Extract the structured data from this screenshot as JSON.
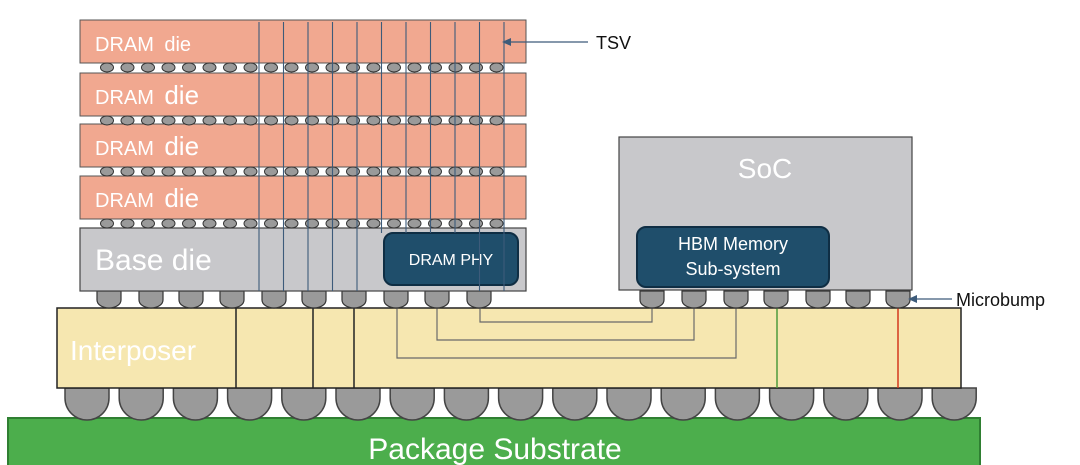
{
  "dram_dies": [
    {
      "label_prefix": "DRAM",
      "label_suffix": "die"
    },
    {
      "label_prefix": "DRAM",
      "label_suffix": "die"
    },
    {
      "label_prefix": "DRAM",
      "label_suffix": "die"
    },
    {
      "label_prefix": "DRAM",
      "label_suffix": "die"
    }
  ],
  "base_die": {
    "label": "Base die",
    "phy_label": "DRAM PHY"
  },
  "soc": {
    "label": "SoC",
    "memory_line1": "HBM Memory",
    "memory_line2": "Sub-system"
  },
  "interposer": {
    "label": "Interposer"
  },
  "substrate": {
    "label": "Package Substrate"
  },
  "callouts": {
    "tsv": "TSV",
    "microbump": "Microbump"
  },
  "colors": {
    "dram": "#f1a890",
    "base_die": "#c8c8cb",
    "soc": "#c8c8cb",
    "phy_box": "#1f4e6b",
    "interposer": "#f6e7b0",
    "substrate": "#4cae4c",
    "bump": "#9a9a9a",
    "tsv_line": "#3d5b7a",
    "green_signal": "#4f9a3c",
    "red_signal": "#d4381e"
  }
}
